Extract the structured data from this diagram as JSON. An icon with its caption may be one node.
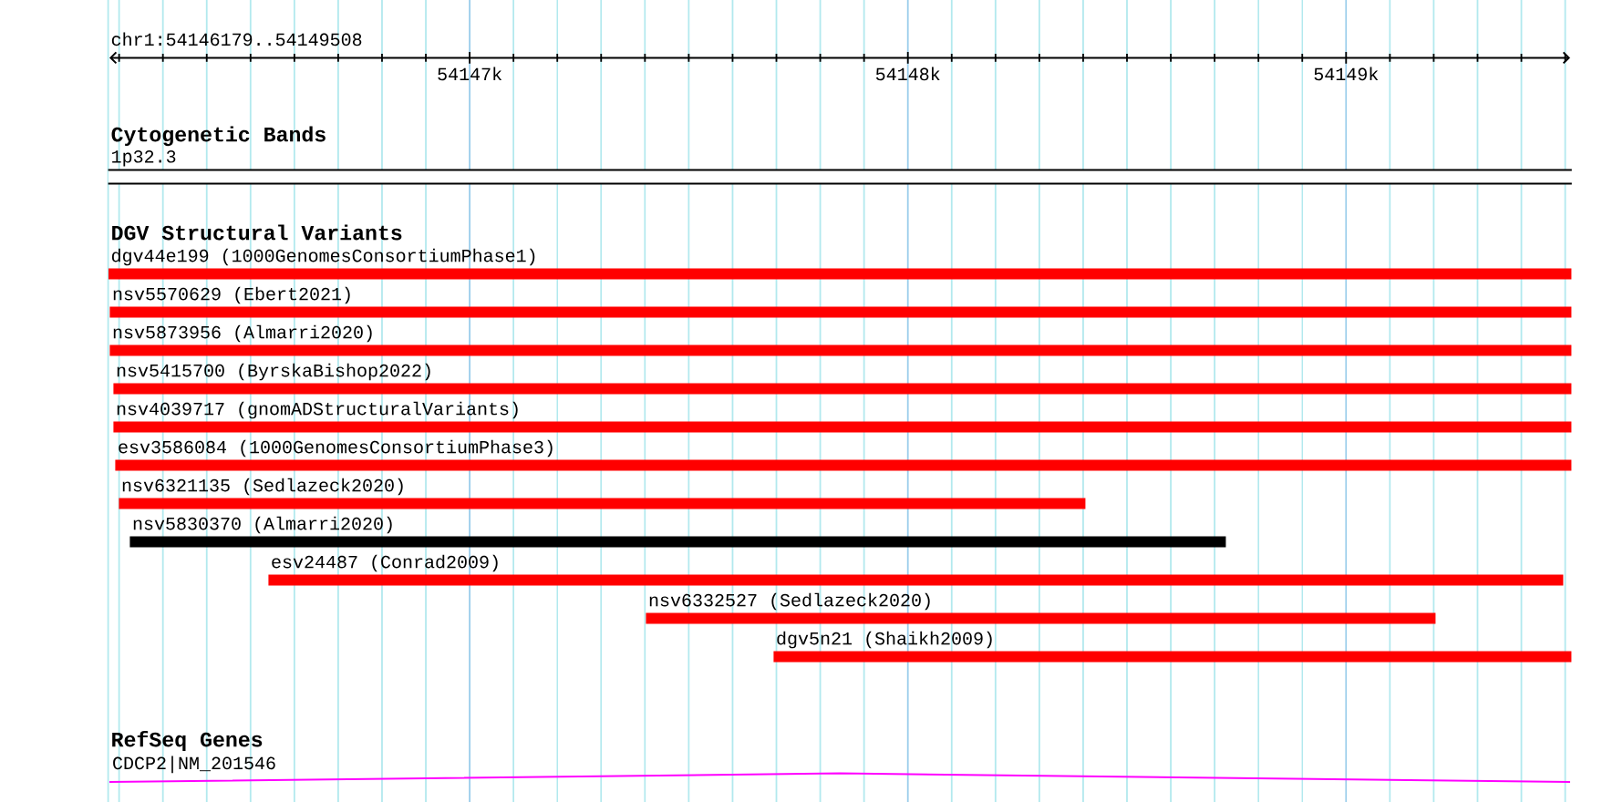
{
  "diagram": {
    "nodes": [
      {
        "text": [
          "1p32.3"
        ]
      },
      {
        "text": [
          "dgv44e199 (1000GenomesConsortiumPhase1)"
        ]
      },
      {
        "text": [
          "nsv5570629 (Ebert2021)"
        ]
      },
      {
        "text": [
          "nsv5873956 (Almarri2020)"
        ]
      },
      {
        "text": [
          "nsv5415700 (ByrskaBishop2022)"
        ]
      },
      {
        "text": [
          "nsv4039717 (gnomADStructuralVariants)"
        ]
      },
      {
        "text": [
          "esv3586084 (1000GenomesConsortiumPhase3)"
        ]
      },
      {
        "text": [
          "nsv6321135 (Sedlazeck2020)"
        ]
      },
      {
        "text": [
          "nsv5830370 (Almarri2020)"
        ]
      },
      {
        "text": [
          "esv24487 (Conrad2009)"
        ]
      },
      {
        "text": [
          "nsv6332527 (Sedlazeck2020)"
        ]
      },
      {
        "text": [
          "dgv5n21 (Shaikh2009)"
        ]
      },
      {
        "text": [
          "CDCP2|NM_201546"
        ]
      }
    ],
    "labels": [
      "chr1:54146179..54149508",
      "54147k",
      "54148k",
      "54149k",
      "Cytogenetic Bands",
      "DGV Structural Variants",
      "RefSeq Genes"
    ]
  }
}
